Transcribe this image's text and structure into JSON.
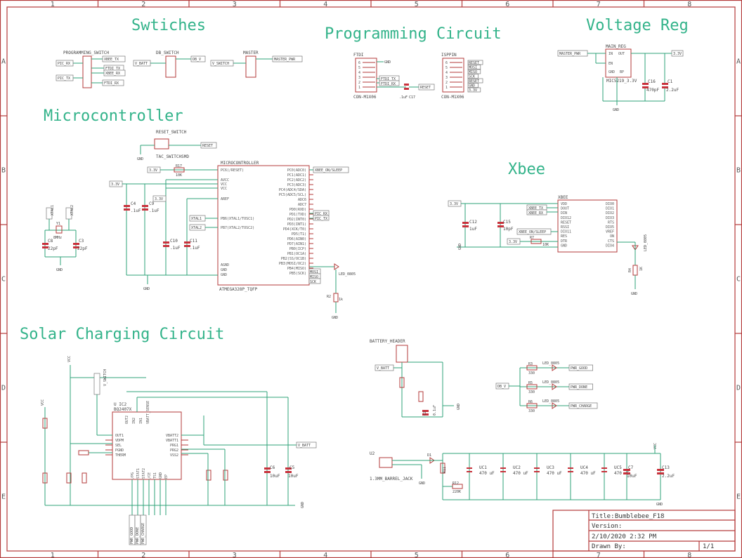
{
  "grid": {
    "columns": [
      "1",
      "2",
      "3",
      "4",
      "5",
      "6",
      "7",
      "8"
    ],
    "rows": [
      "A",
      "B",
      "C",
      "D",
      "E"
    ]
  },
  "sections": {
    "switches": "Swtiches",
    "programming": "Programming Circuit",
    "voltage_reg": "Voltage Reg",
    "microcontroller": "Microcontroller",
    "xbee": "Xbee",
    "solar": "Solar Charging Circuit"
  },
  "switches": {
    "programming_switch": "PROGRAMMING_SWITCH",
    "db_switch": "DB_SWITCH",
    "master": "MASTER",
    "nets": [
      "PIC_RX",
      "XBEE_TX",
      "FTDI_TX",
      "PIC_TX",
      "XBEE_RX",
      "FTDI_RX",
      "V_BATT",
      "DB_V",
      "V_SWITCH",
      "MASTER_PWR"
    ]
  },
  "programming": {
    "ftdi": "FTDI",
    "ftdi_part": "CON-M1X06",
    "isp": "ISPPIN",
    "isp_part": "CON-M1X06",
    "ftdi_nets": [
      "GND",
      "FTDI_TX",
      "FTDI_RX"
    ],
    "isp_nets": [
      "RESET",
      "MOSI",
      "MISO",
      "SCK",
      "RESET",
      "GND",
      "3.3V"
    ],
    "cap_label": ".1uF",
    "cap_ref": "C17",
    "reset_net": "RESET"
  },
  "voltage_reg": {
    "part": "MAIN_REG",
    "pins": [
      "IN",
      "EN",
      "OUT",
      "GND",
      "BP"
    ],
    "model": "MIC5219_3.3V",
    "in_net": "MASTER_PWR",
    "out_net": "3.3V",
    "c16": "C16",
    "c16_val": "470pF",
    "c1": "C1",
    "c1_val": "2.2uF",
    "gnd": "GND"
  },
  "micro": {
    "reset_switch": "RESET_SWITCH",
    "tac_switch": "TAC_SWITCHSMD",
    "reset_net": "RESET",
    "gnd": "GND",
    "r17": "R17",
    "r17_val": "10K",
    "net_33": "3.3V",
    "ic_name": "MICROCONTROLLER",
    "ic_part": "ATMEGA328P_TQFP",
    "left_pins": [
      "PC6(/RESET)",
      "AVCC",
      "VCC",
      "VCC",
      "AREF",
      "PB6(XTAL1/TOSC1)",
      "PB7(XTAL2/TOSC2)",
      "AGND",
      "GND",
      "GND"
    ],
    "right_pins": [
      "PC0(ADC0)",
      "PC1(ADC1)",
      "PC2(ADC2)",
      "PC3(ADC3)",
      "PC4(ADC4/SDA)",
      "PC5(ADC5/SCL)",
      "ADC6",
      "ADC7",
      "PD0(RXD)",
      "PD1(TXD)",
      "PD2(INT0)",
      "PD3(INT1)",
      "PD4(XCK/T0)",
      "PD5(T1)",
      "PD6(AIN0)",
      "PD7(AIN1)",
      "PB0(ICP)",
      "PB1(OC1A)",
      "PB2(SS/OC1B)",
      "PB3(MOSI/OC2)",
      "PB4(MISO)",
      "PB5(SCK)"
    ],
    "xbee_sleep": "XBEE_ON/SLEEP",
    "pic_rx": "PIC_RX",
    "pic_tx": "PIC_TX",
    "xtal1": "XTAL1",
    "xtal2": "XTAL2",
    "y1": "Y1",
    "y1_val": "8MHz",
    "c8": "C8",
    "c8_val": "22pF",
    "c3": "C3",
    "c3_val": "22pF",
    "c4": "C4",
    "c4_val": ".1uF",
    "c9": "C9",
    "c9_val": ".1uF",
    "c10": "C10",
    "c10_val": ".1uF",
    "c11": "C11",
    "c11_val": ".1uF",
    "isp_nets": [
      "MOSI",
      "MISO",
      "SCK"
    ],
    "led": "LED_0805",
    "r2": "R2",
    "r2_val": "1k"
  },
  "xbee": {
    "part": "XBEE",
    "left_pins": [
      "VDD",
      "DOUT",
      "DIN",
      "DIO12",
      "RESET",
      "RSSI",
      "DIO11",
      "RES",
      "DTR",
      "GND"
    ],
    "right_pins": [
      "DIO0",
      "DIO1",
      "DIO2",
      "DIO3",
      "RTS",
      "DIO5",
      "VREF",
      "ON",
      "CTS",
      "DIO4"
    ],
    "nets": [
      "XBEE_TX",
      "XBEE_RX",
      "XBEE_ON/SLEEP",
      "3.3V"
    ],
    "c12": "C12",
    "c12_val": "1uF",
    "c15": "C15",
    "c15_val": "10pF",
    "r7": "R7",
    "r7_val": "10K",
    "r4": "R4",
    "r4_val": "1K",
    "led": "LED_0805",
    "gnd": "GND"
  },
  "solar": {
    "ic_ref": "U IC2",
    "ic_part": "BQ2407X",
    "vcc": "VCC",
    "v_switch": "V_SWITCH",
    "v_batt": "V_BATT",
    "left_pins": [
      "OUT1",
      "VDPM",
      "SEL",
      "PGND",
      "THERM"
    ],
    "right_pins": [
      "VBATT2",
      "VBATT1",
      "PRG1",
      "PRG2",
      "VSS2"
    ],
    "top_pins": [
      "OUT2",
      "IN2",
      "IN1",
      "VBATT_SENSE"
    ],
    "bottom_pins": [
      "/PG",
      "STAT1",
      "STAT2",
      "/CE",
      "TS1",
      "GND",
      "EP"
    ],
    "c6": "C6",
    "c6_val": "10uF",
    "c5": "C5",
    "c5_val": "10uF",
    "gnd": "GND",
    "status_nets": [
      "PWR_GOOD",
      "PWR_DONE",
      "PWR_CHARGE"
    ]
  },
  "battery": {
    "header": "BATTERY_HEADER",
    "v_batt": "V_BATT",
    "c2": "C2",
    "c2_val": "0.1uF",
    "gnd": "GND"
  },
  "leds": {
    "r3": "R3",
    "r5": "R5",
    "r6": "R6",
    "val": "330",
    "led": "LED_0805",
    "db_v": "DB_V",
    "nets": [
      "PWR_GOOD",
      "PWR_DONE",
      "PWR_CHARGE"
    ]
  },
  "power_in": {
    "u2": "U2",
    "jack": "1.3MM_BARREL_JACK",
    "d1": "D1",
    "r11": "R11",
    "r12": "R12",
    "r12_val": "220K",
    "caps": [
      "UC1",
      "UC2",
      "UC3",
      "UC4",
      "UC5"
    ],
    "cap_val": "470 uF",
    "c7": "C7",
    "c7_val": "10uF",
    "c13": "C13",
    "c13_val": "2.2uF",
    "vcc": "VCC",
    "gnd": "GND"
  },
  "title_block": {
    "title_label": "Title:",
    "title": "Bumblebee_F18",
    "version_label": "Version:",
    "version": "",
    "date": "2/10/2020 2:32 PM",
    "drawn_label": "Drawn By:",
    "drawn": "",
    "sheet": "1/1"
  }
}
